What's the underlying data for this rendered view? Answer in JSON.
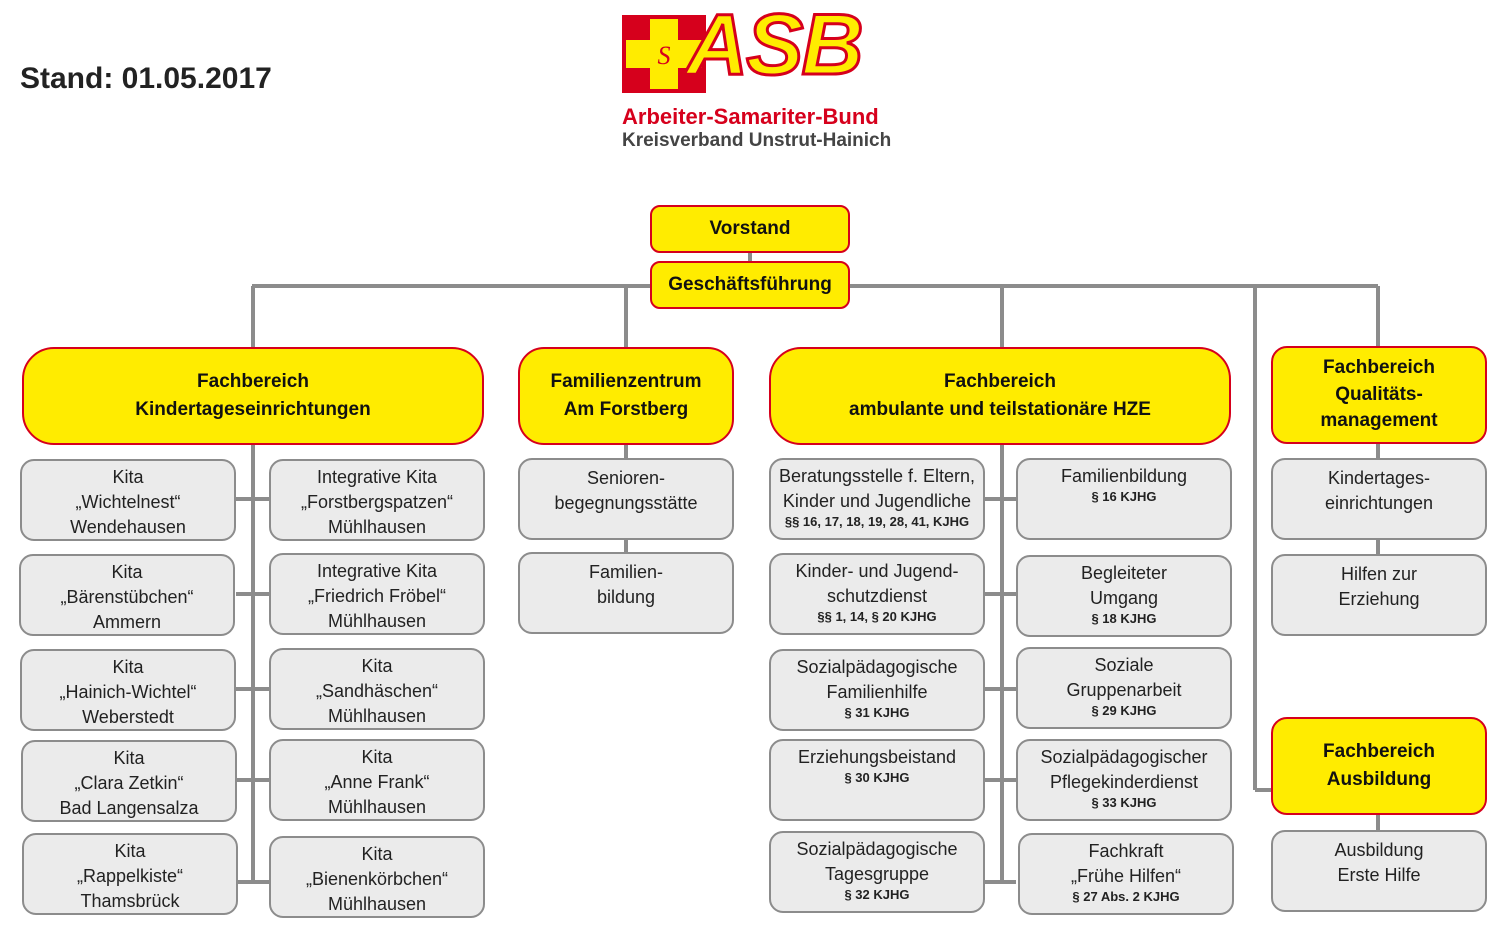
{
  "stand": "Stand: 01.05.2017",
  "logo": {
    "wordmark": "ASB",
    "cross_letter": "S",
    "name": "Arbeiter-Samariter-Bund",
    "kreisverband": "Kreisverband Unstrut-Hainich"
  },
  "colors": {
    "yellow": "#ffec00",
    "red": "#d6001c",
    "grey_fill": "#ebebeb",
    "grey_border": "#8c8c8c",
    "line": "#8c8c8c"
  },
  "vorstand": "Vorstand",
  "gf": "Geschäftsführung",
  "kita": {
    "head": [
      "Fachbereich",
      "Kindertageseinrichtungen"
    ],
    "left": [
      [
        "Kita",
        "„Wichtelnest“",
        "Wendehausen"
      ],
      [
        "Kita",
        "„Bärenstübchen“",
        "Ammern"
      ],
      [
        "Kita",
        "„Hainich-Wichtel“",
        "Weberstedt"
      ],
      [
        "Kita",
        "„Clara Zetkin“",
        "Bad Langensalza"
      ],
      [
        "Kita",
        "„Rappelkiste“",
        "Thamsbrück"
      ]
    ],
    "right": [
      [
        "Integrative Kita",
        "„Forstbergspatzen“",
        "Mühlhausen"
      ],
      [
        "Integrative Kita",
        "„Friedrich Fröbel“",
        "Mühlhausen"
      ],
      [
        "Kita",
        "„Sandhäschen“",
        "Mühlhausen"
      ],
      [
        "Kita",
        "„Anne Frank“",
        "Mühlhausen"
      ],
      [
        "Kita",
        "„Bienenkörbchen“",
        "Mühlhausen"
      ]
    ]
  },
  "fz": {
    "head": [
      "Familienzentrum",
      "Am Forstberg"
    ],
    "items": [
      [
        "Senioren-",
        "begegnungsstätte"
      ],
      [
        "Familien-",
        "bildung"
      ]
    ]
  },
  "hze": {
    "head": [
      "Fachbereich",
      "ambulante und teilstationäre HZE"
    ],
    "left": [
      {
        "lines": [
          "Beratungsstelle f. Eltern,",
          "Kinder und Jugendliche"
        ],
        "law": "§§ 16, 17, 18, 19, 28, 41, KJHG"
      },
      {
        "lines": [
          "Kinder- und Jugend-",
          "schutzdienst"
        ],
        "law": "§§ 1, 14, § 20 KJHG"
      },
      {
        "lines": [
          "Sozialpädagogische",
          "Familienhilfe"
        ],
        "law": "§ 31 KJHG"
      },
      {
        "lines": [
          "Erziehungsbeistand"
        ],
        "law": "§ 30 KJHG"
      },
      {
        "lines": [
          "Sozialpädagogische",
          "Tagesgruppe"
        ],
        "law": "§ 32 KJHG"
      }
    ],
    "right": [
      {
        "lines": [
          "Familienbildung"
        ],
        "law": "§ 16 KJHG"
      },
      {
        "lines": [
          "Begleiteter",
          "Umgang"
        ],
        "law": "§ 18 KJHG"
      },
      {
        "lines": [
          "Soziale",
          "Gruppenarbeit"
        ],
        "law": "§ 29 KJHG"
      },
      {
        "lines": [
          "Sozialpädagogischer",
          "Pflegekinderdienst"
        ],
        "law": "§ 33 KJHG"
      },
      {
        "lines": [
          "Fachkraft",
          "„Frühe Hilfen“"
        ],
        "law": "§ 27 Abs. 2 KJHG"
      }
    ]
  },
  "qm": {
    "head": [
      "Fachbereich",
      "Qualitäts-",
      "management"
    ],
    "items": [
      [
        "Kindertages-",
        "einrichtungen"
      ],
      [
        "Hilfen zur",
        "Erziehung"
      ]
    ]
  },
  "ausb": {
    "head": [
      "Fachbereich",
      "Ausbildung"
    ],
    "items": [
      [
        "Ausbildung",
        "Erste Hilfe"
      ]
    ]
  }
}
